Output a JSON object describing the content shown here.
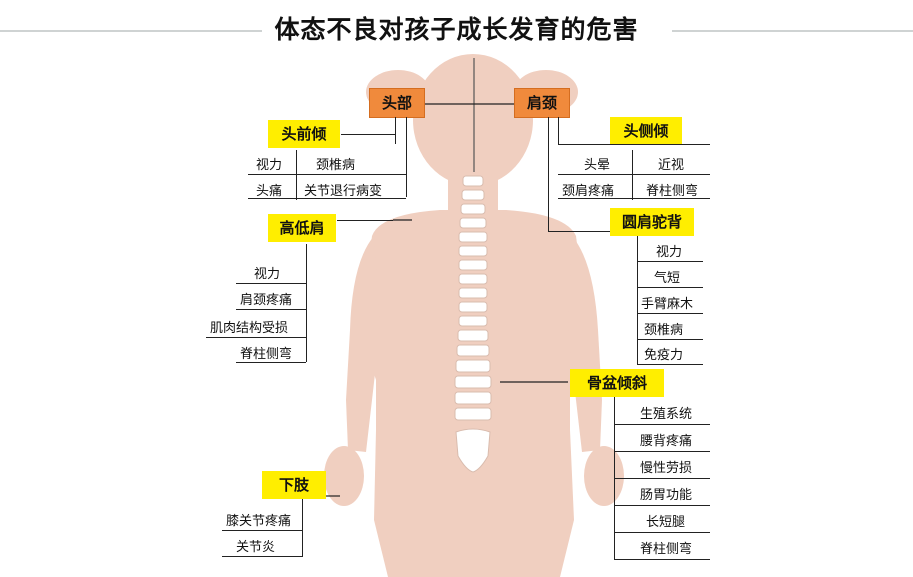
{
  "title": "体态不良对孩子成长发育的危害",
  "colors": {
    "body": "#f0cfc0",
    "spine": "#ffffff",
    "highlight": "#ffee00",
    "orange": "#f08a3c"
  },
  "head": {
    "label": "头部",
    "forward_head": {
      "label": "头前倾",
      "row1": [
        "视力",
        "颈椎病"
      ],
      "row2": [
        "头痛",
        "关节退行病变"
      ]
    }
  },
  "neck": {
    "label": "肩颈",
    "head_tilt": {
      "label": "头侧倾",
      "row1": [
        "头晕",
        "近视"
      ],
      "row2": [
        "颈肩疼痛",
        "脊柱侧弯"
      ]
    },
    "round_back": {
      "label": "圆肩驼背",
      "items": [
        "视力",
        "气短",
        "手臂麻木",
        "颈椎病",
        "免疫力"
      ]
    }
  },
  "uneven_shoulders": {
    "label": "高低肩",
    "items": [
      "视力",
      "肩颈疼痛",
      "肌肉结构受损",
      "脊柱侧弯"
    ]
  },
  "pelvis": {
    "label": "骨盆倾斜",
    "items": [
      "生殖系统",
      "腰背疼痛",
      "慢性劳损",
      "肠胃功能",
      "长短腿",
      "脊柱侧弯"
    ]
  },
  "lower_limb": {
    "label": "下肢",
    "items": [
      "膝关节疼痛",
      "关节炎"
    ]
  }
}
